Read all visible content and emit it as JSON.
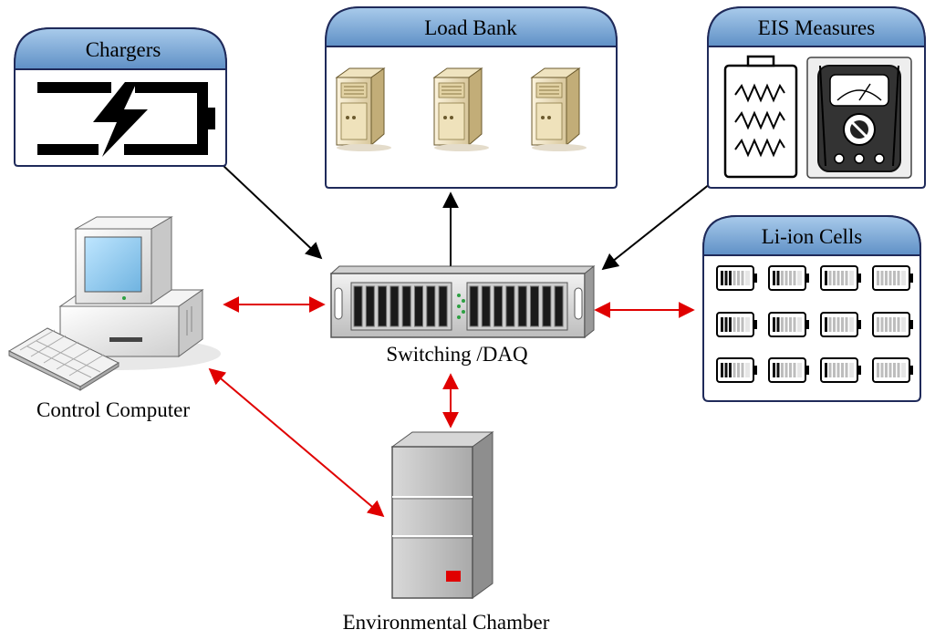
{
  "panels": {
    "chargers": "Chargers",
    "load_bank": "Load Bank",
    "eis_measures": "EIS Measures",
    "li_ion_cells": "Li-ion Cells"
  },
  "nodes": {
    "switching_daq": "Switching /DAQ",
    "control_computer": "Control Computer",
    "environmental_chamber": "Environmental Chamber"
  },
  "colors": {
    "panel_header_top": "#9dc3e6",
    "panel_header_bottom": "#5b8ec4",
    "panel_border": "#1f2a5a",
    "bidirectional_arrow": "#e00000",
    "data_flow_arrow": "#000000",
    "chamber_indicator": "#e00000",
    "daq_led": "#2ea043"
  },
  "icons": {
    "chargers": "battery-charging-icon",
    "load_bank": "server-tower-icon",
    "eis_measures": [
      "impedance-cell-icon",
      "multimeter-icon"
    ],
    "li_ion_cells": "battery-cell-icon",
    "switching_daq": "rack-unit-icon",
    "control_computer": "desktop-computer-icon",
    "environmental_chamber": "cabinet-icon"
  },
  "connections": [
    {
      "from": "chargers",
      "to": "switching_daq",
      "style": "black-one-way"
    },
    {
      "from": "switching_daq",
      "to": "load_bank",
      "style": "black-one-way"
    },
    {
      "from": "eis_measures",
      "to": "switching_daq",
      "style": "black-one-way"
    },
    {
      "from": "control_computer",
      "to": "switching_daq",
      "style": "red-two-way"
    },
    {
      "from": "switching_daq",
      "to": "li_ion_cells",
      "style": "red-two-way"
    },
    {
      "from": "switching_daq",
      "to": "environmental_chamber",
      "style": "red-two-way"
    },
    {
      "from": "control_computer",
      "to": "environmental_chamber",
      "style": "red-two-way"
    }
  ]
}
